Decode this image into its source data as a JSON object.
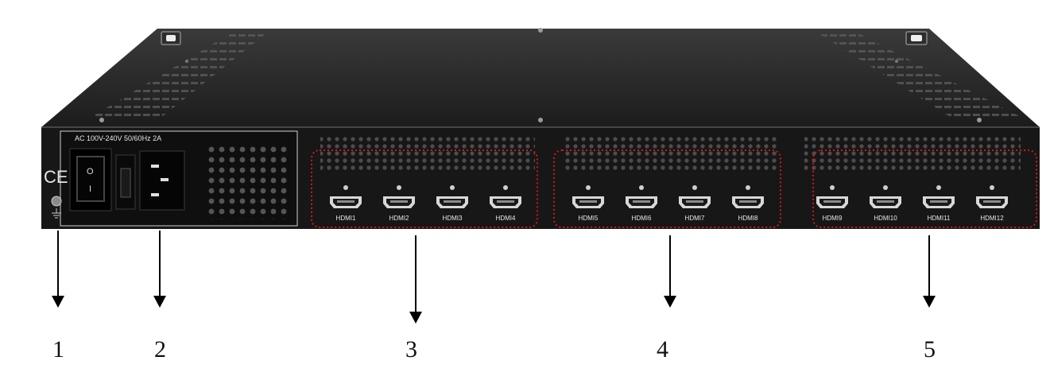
{
  "power_panel": {
    "rating_text": "AC 100V-240V 50/60Hz 2A",
    "ce_mark": "CE",
    "switch_off_symbol": "O",
    "switch_on_symbol": "I"
  },
  "groups": [
    {
      "ports": [
        "HDMI1",
        "HDMI2",
        "HDMI3",
        "HDMI4"
      ]
    },
    {
      "ports": [
        "HDMI5",
        "HDMI6",
        "HDMI7",
        "HDMI8"
      ]
    },
    {
      "ports": [
        "HDMI9",
        "HDMI10",
        "HDMI11",
        "HDMI12"
      ]
    }
  ],
  "callouts": [
    "1",
    "2",
    "3",
    "4",
    "5"
  ],
  "colors": {
    "chassis": "#1a1a1a",
    "panel_face": "#121212",
    "highlight_border": "#d01818",
    "arrow": "#000000"
  },
  "icons": [
    "ground-icon",
    "power-switch",
    "iec-power-inlet",
    "fuse-holder",
    "hdmi-port-icon"
  ]
}
